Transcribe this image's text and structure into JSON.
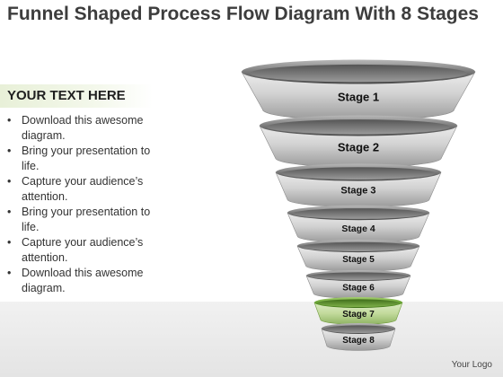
{
  "title": "Funnel Shaped Process Flow Diagram With 8 Stages",
  "text_panel": {
    "header": "YOUR TEXT HERE",
    "bullets": [
      "Download this awesome diagram.",
      "Bring your presentation to life.",
      "Capture your audience’s attention.",
      "Bring your presentation to life.",
      "Capture your audience’s attention.",
      "Download this awesome diagram."
    ]
  },
  "stages": [
    {
      "label": "Stage 1",
      "color": "gray"
    },
    {
      "label": "Stage 2",
      "color": "gray"
    },
    {
      "label": "Stage 3",
      "color": "gray"
    },
    {
      "label": "Stage 4",
      "color": "gray"
    },
    {
      "label": "Stage 5",
      "color": "gray"
    },
    {
      "label": "Stage 6",
      "color": "gray"
    },
    {
      "label": "Stage 7",
      "color": "green"
    },
    {
      "label": "Stage 8",
      "color": "gray"
    }
  ],
  "logo": "Your Logo",
  "colors": {
    "gray_ring": "#8e8e8e",
    "green_ring": "#5e9c2a",
    "green_band": "#c4dc9e"
  }
}
